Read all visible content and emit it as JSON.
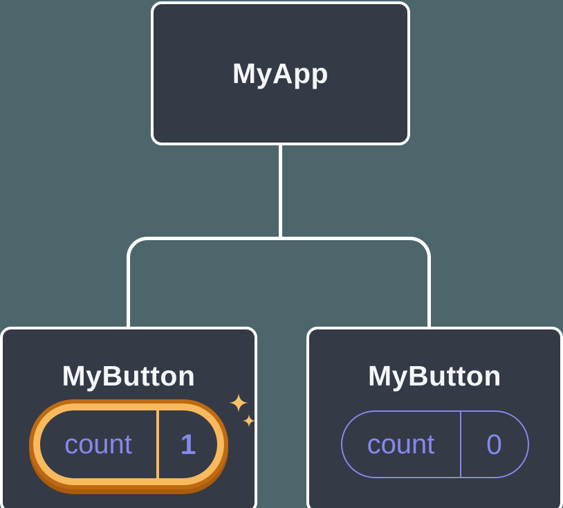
{
  "diagram": {
    "description": "Component tree diagram: root component with two child button components holding independent state",
    "background_color": "#4D666C",
    "node_fill_color": "#343A46",
    "connector_color": "#FFFFFF",
    "accent_purple": "#8688EC",
    "highlight_gold": "#F9BA5E",
    "highlight_dark_orange": "#BE6A12",
    "sparkle_color": "#F9C169",
    "root": {
      "label": "MyApp"
    },
    "children": [
      {
        "label": "MyButton",
        "state_key": "count",
        "state_value": "1",
        "highlighted": true
      },
      {
        "label": "MyButton",
        "state_key": "count",
        "state_value": "0",
        "highlighted": false
      }
    ]
  }
}
